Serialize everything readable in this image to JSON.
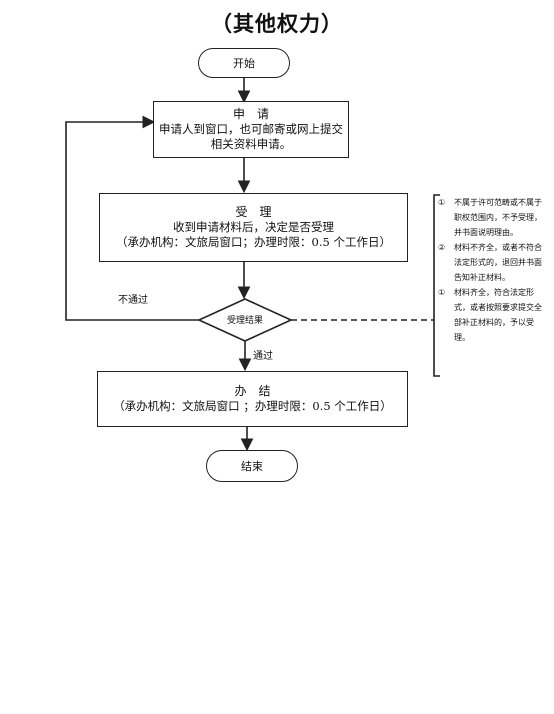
{
  "title": "（其他权力）",
  "start": {
    "label": "开始"
  },
  "step_apply": {
    "title": "申　请",
    "lines": [
      "申请人到窗口，也可邮寄或网上提交",
      "相关资料申请。"
    ]
  },
  "step_accept": {
    "title": "受　理",
    "lines": [
      "收到申请材料后，决定是否受理",
      "（承办机构：文旅局窗口；办理时限：0.5 个工作日）"
    ]
  },
  "decision": {
    "label": "受理结果"
  },
  "edge_fail": "不通过",
  "edge_pass": "通过",
  "step_handle": {
    "title": "办　结",
    "lines": [
      "（承办机构：文旅局窗口 ；办理时限：0.5 个工作日）"
    ]
  },
  "end": {
    "label": "结束"
  },
  "notes": [
    {
      "num": "①",
      "text": "不属于许可范畴或不属于职权范围内，不予受理，并书面说明理由。"
    },
    {
      "num": "②",
      "text": "材料不齐全，或者不符合法定形式的，退回并书面告知补正材料。"
    },
    {
      "num": "①",
      "text": "材料齐全，符合法定形式，或者按照要求提交全部补正材料的，予以受理。"
    }
  ]
}
